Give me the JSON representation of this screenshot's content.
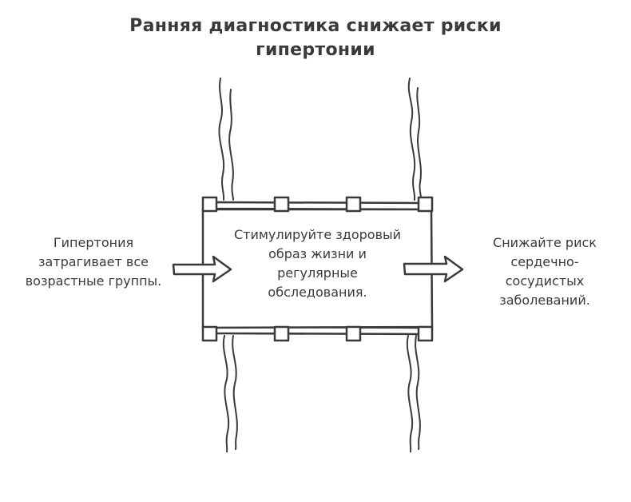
{
  "title": "Ранняя диагностика снижает риски гипертонии",
  "left_text": "Гипертония затрагивает все возрастные группы.",
  "center_text": "Стимулируйте здоровый образ жизни и регулярные обследования.",
  "right_text": "Снижайте риск сердечно-сосудистых заболеваний."
}
